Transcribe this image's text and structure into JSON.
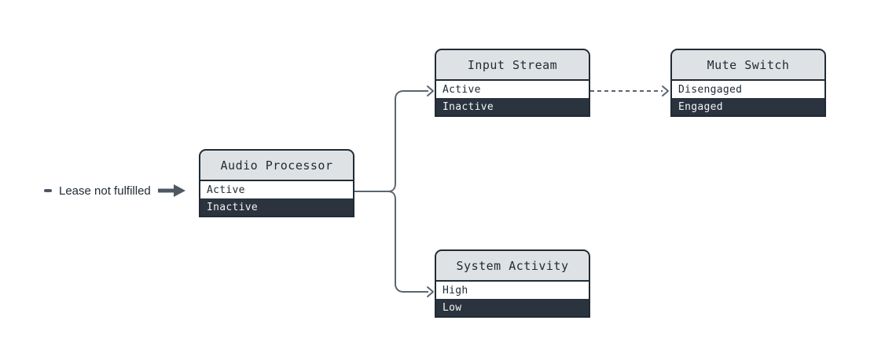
{
  "diagram": {
    "annotation": {
      "label": "Lease not fulfilled"
    },
    "nodes": [
      {
        "id": "audio-processor",
        "title": "Audio Processor",
        "rows": [
          {
            "label": "Active",
            "variant": "light"
          },
          {
            "label": "Inactive",
            "variant": "dark"
          }
        ]
      },
      {
        "id": "input-stream",
        "title": "Input Stream",
        "rows": [
          {
            "label": "Active",
            "variant": "light"
          },
          {
            "label": "Inactive",
            "variant": "dark"
          }
        ]
      },
      {
        "id": "mute-switch",
        "title": "Mute Switch",
        "rows": [
          {
            "label": "Disengaged",
            "variant": "light"
          },
          {
            "label": "Engaged",
            "variant": "dark"
          }
        ]
      },
      {
        "id": "system-activity",
        "title": "System Activity",
        "rows": [
          {
            "label": "High",
            "variant": "light"
          },
          {
            "label": "Low",
            "variant": "dark"
          }
        ]
      }
    ],
    "edges": [
      {
        "from": "audio-processor.Active",
        "to": "input-stream.Active",
        "style": "solid"
      },
      {
        "from": "audio-processor.Active",
        "to": "system-activity.High",
        "style": "solid"
      },
      {
        "from": "input-stream.Active",
        "to": "mute-switch.Disengaged",
        "style": "dashed"
      },
      {
        "from": "annotation",
        "to": "audio-processor.Active",
        "style": "thick-arrow"
      }
    ],
    "icons": {
      "dash_icon": "dash",
      "arrow_icon": "thick-right-arrow"
    }
  },
  "colors": {
    "background": "#ffffff",
    "node_border": "#212b35",
    "header_bg": "#dfe2e4",
    "header_text": "#212b35",
    "row_light_bg": "#ffffff",
    "row_light_text": "#212b35",
    "row_dark_bg": "#2a333e",
    "row_dark_text": "#f4f5f6",
    "connector": "#5a6570",
    "annotation": "#4d5863",
    "label_text": "#222b33"
  }
}
